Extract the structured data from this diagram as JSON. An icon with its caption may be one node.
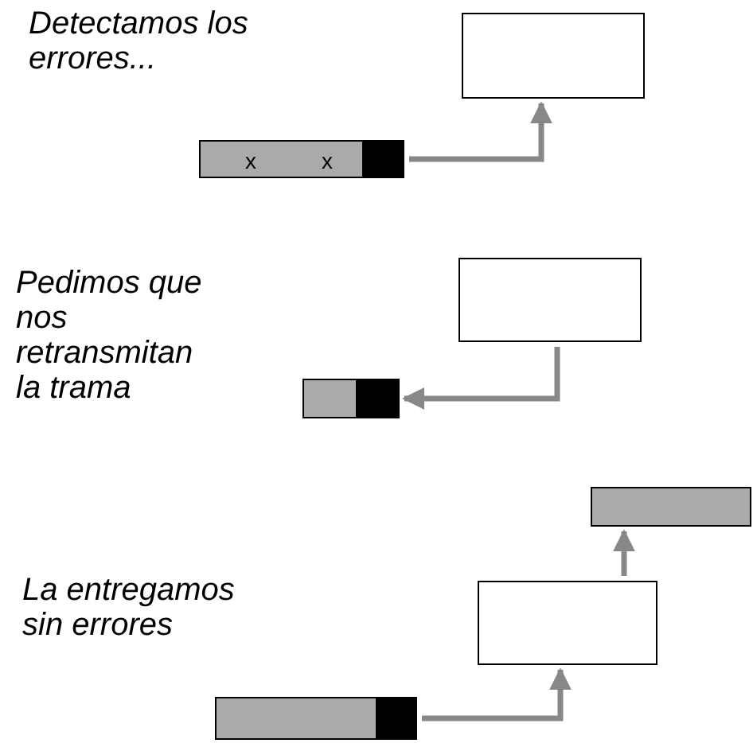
{
  "diagram": {
    "nodes": [
      {
        "text": [],
        "shape": "box"
      },
      {
        "text": [
          "x",
          "x"
        ]
      },
      {
        "text": [],
        "shape": "box"
      },
      {
        "text": [],
        "shape": "bar"
      },
      {
        "text": [],
        "shape": "bar"
      },
      {
        "text": [],
        "shape": "box"
      },
      {
        "text": [],
        "shape": "bar"
      }
    ],
    "edges": [
      {
        "from": 1,
        "to": 0,
        "arrow": "to"
      },
      {
        "from": 2,
        "to": 3,
        "arrow": "to"
      },
      {
        "from": 5,
        "to": 4,
        "arrow": "to"
      },
      {
        "from": 6,
        "to": 5,
        "arrow": "to"
      }
    ],
    "labels": [
      "Detectamos los errores...",
      "Pedimos que nos retransmitan la trama",
      "La entregamos sin errores"
    ]
  }
}
